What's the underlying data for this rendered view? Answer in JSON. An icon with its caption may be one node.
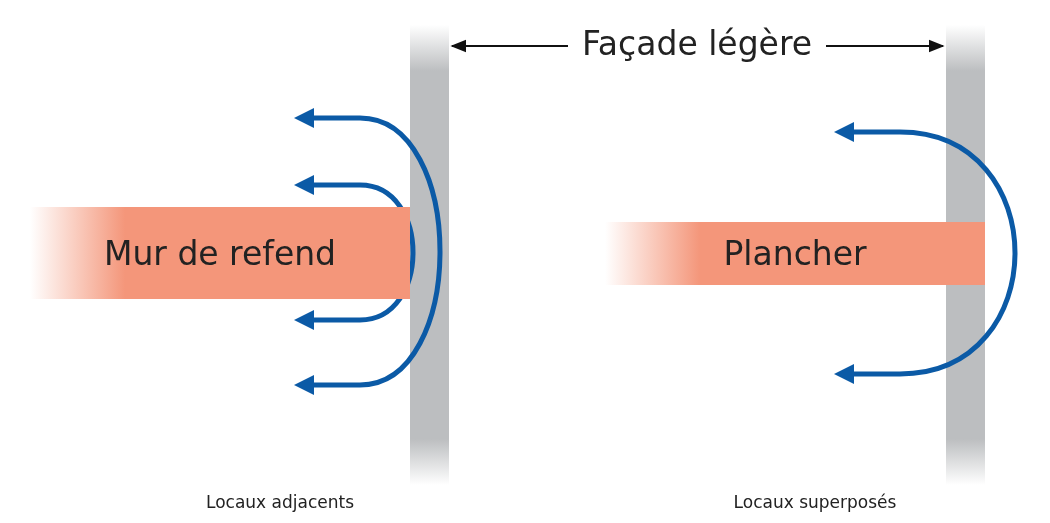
{
  "diagram": {
    "nodes": [
      {
        "text": [
          "Mur de refend"
        ]
      },
      {
        "text": [
          "Plancher"
        ]
      }
    ],
    "edges": [
      {
        "from": 0,
        "to": 0,
        "arrow": "both",
        "color": "#0b5aa6"
      },
      {
        "from": 0,
        "to": 0,
        "arrow": "both",
        "color": "#0b5aa6"
      },
      {
        "from": 1,
        "to": 1,
        "arrow": "both",
        "color": "#0b5aa6"
      }
    ],
    "labels": [
      "Façade légère",
      "Locaux adjacents",
      "Locaux superposés"
    ]
  }
}
